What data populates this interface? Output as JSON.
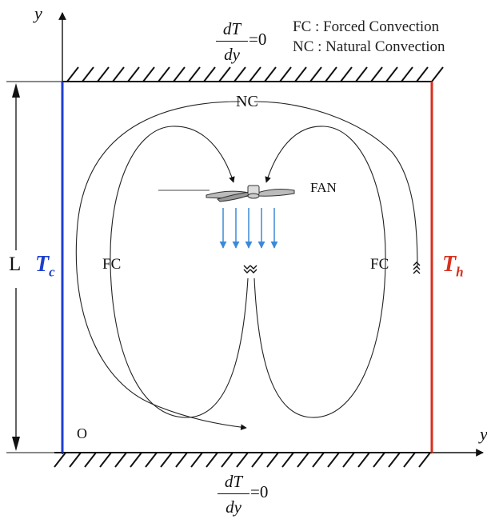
{
  "legend": {
    "fc": "FC : Forced Convection",
    "nc": "NC : Natural Convection"
  },
  "axes": {
    "y": "y",
    "x": "y",
    "origin": "O"
  },
  "boundary_top": {
    "numerator": "dT",
    "denominator": "dy",
    "equals": "=0"
  },
  "boundary_bottom": {
    "numerator": "dT",
    "denominator": "dy",
    "equals": "=0"
  },
  "dimension_label": "L",
  "cold_wall": {
    "symbol": "T",
    "subscript": "c",
    "color": "#1f3fd0"
  },
  "hot_wall": {
    "symbol": "T",
    "subscript": "h",
    "color": "#d8301e"
  },
  "flow_labels": {
    "nc": "NC",
    "fc_left": "FC",
    "fc_right": "FC",
    "fan": "FAN"
  },
  "colors": {
    "fan_arrows": "#3b8ad9",
    "hatch": "#111111"
  }
}
